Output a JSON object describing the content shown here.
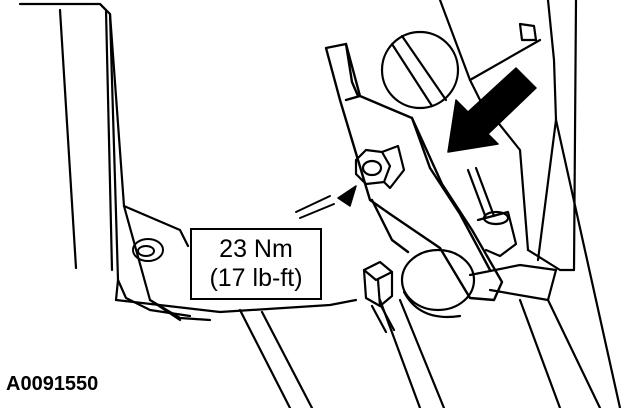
{
  "callout": {
    "line1": "23 Nm",
    "line2": "(17 lb-ft)"
  },
  "figure_id": "A0091550",
  "colors": {
    "ink": "#000000",
    "paper": "#ffffff"
  }
}
